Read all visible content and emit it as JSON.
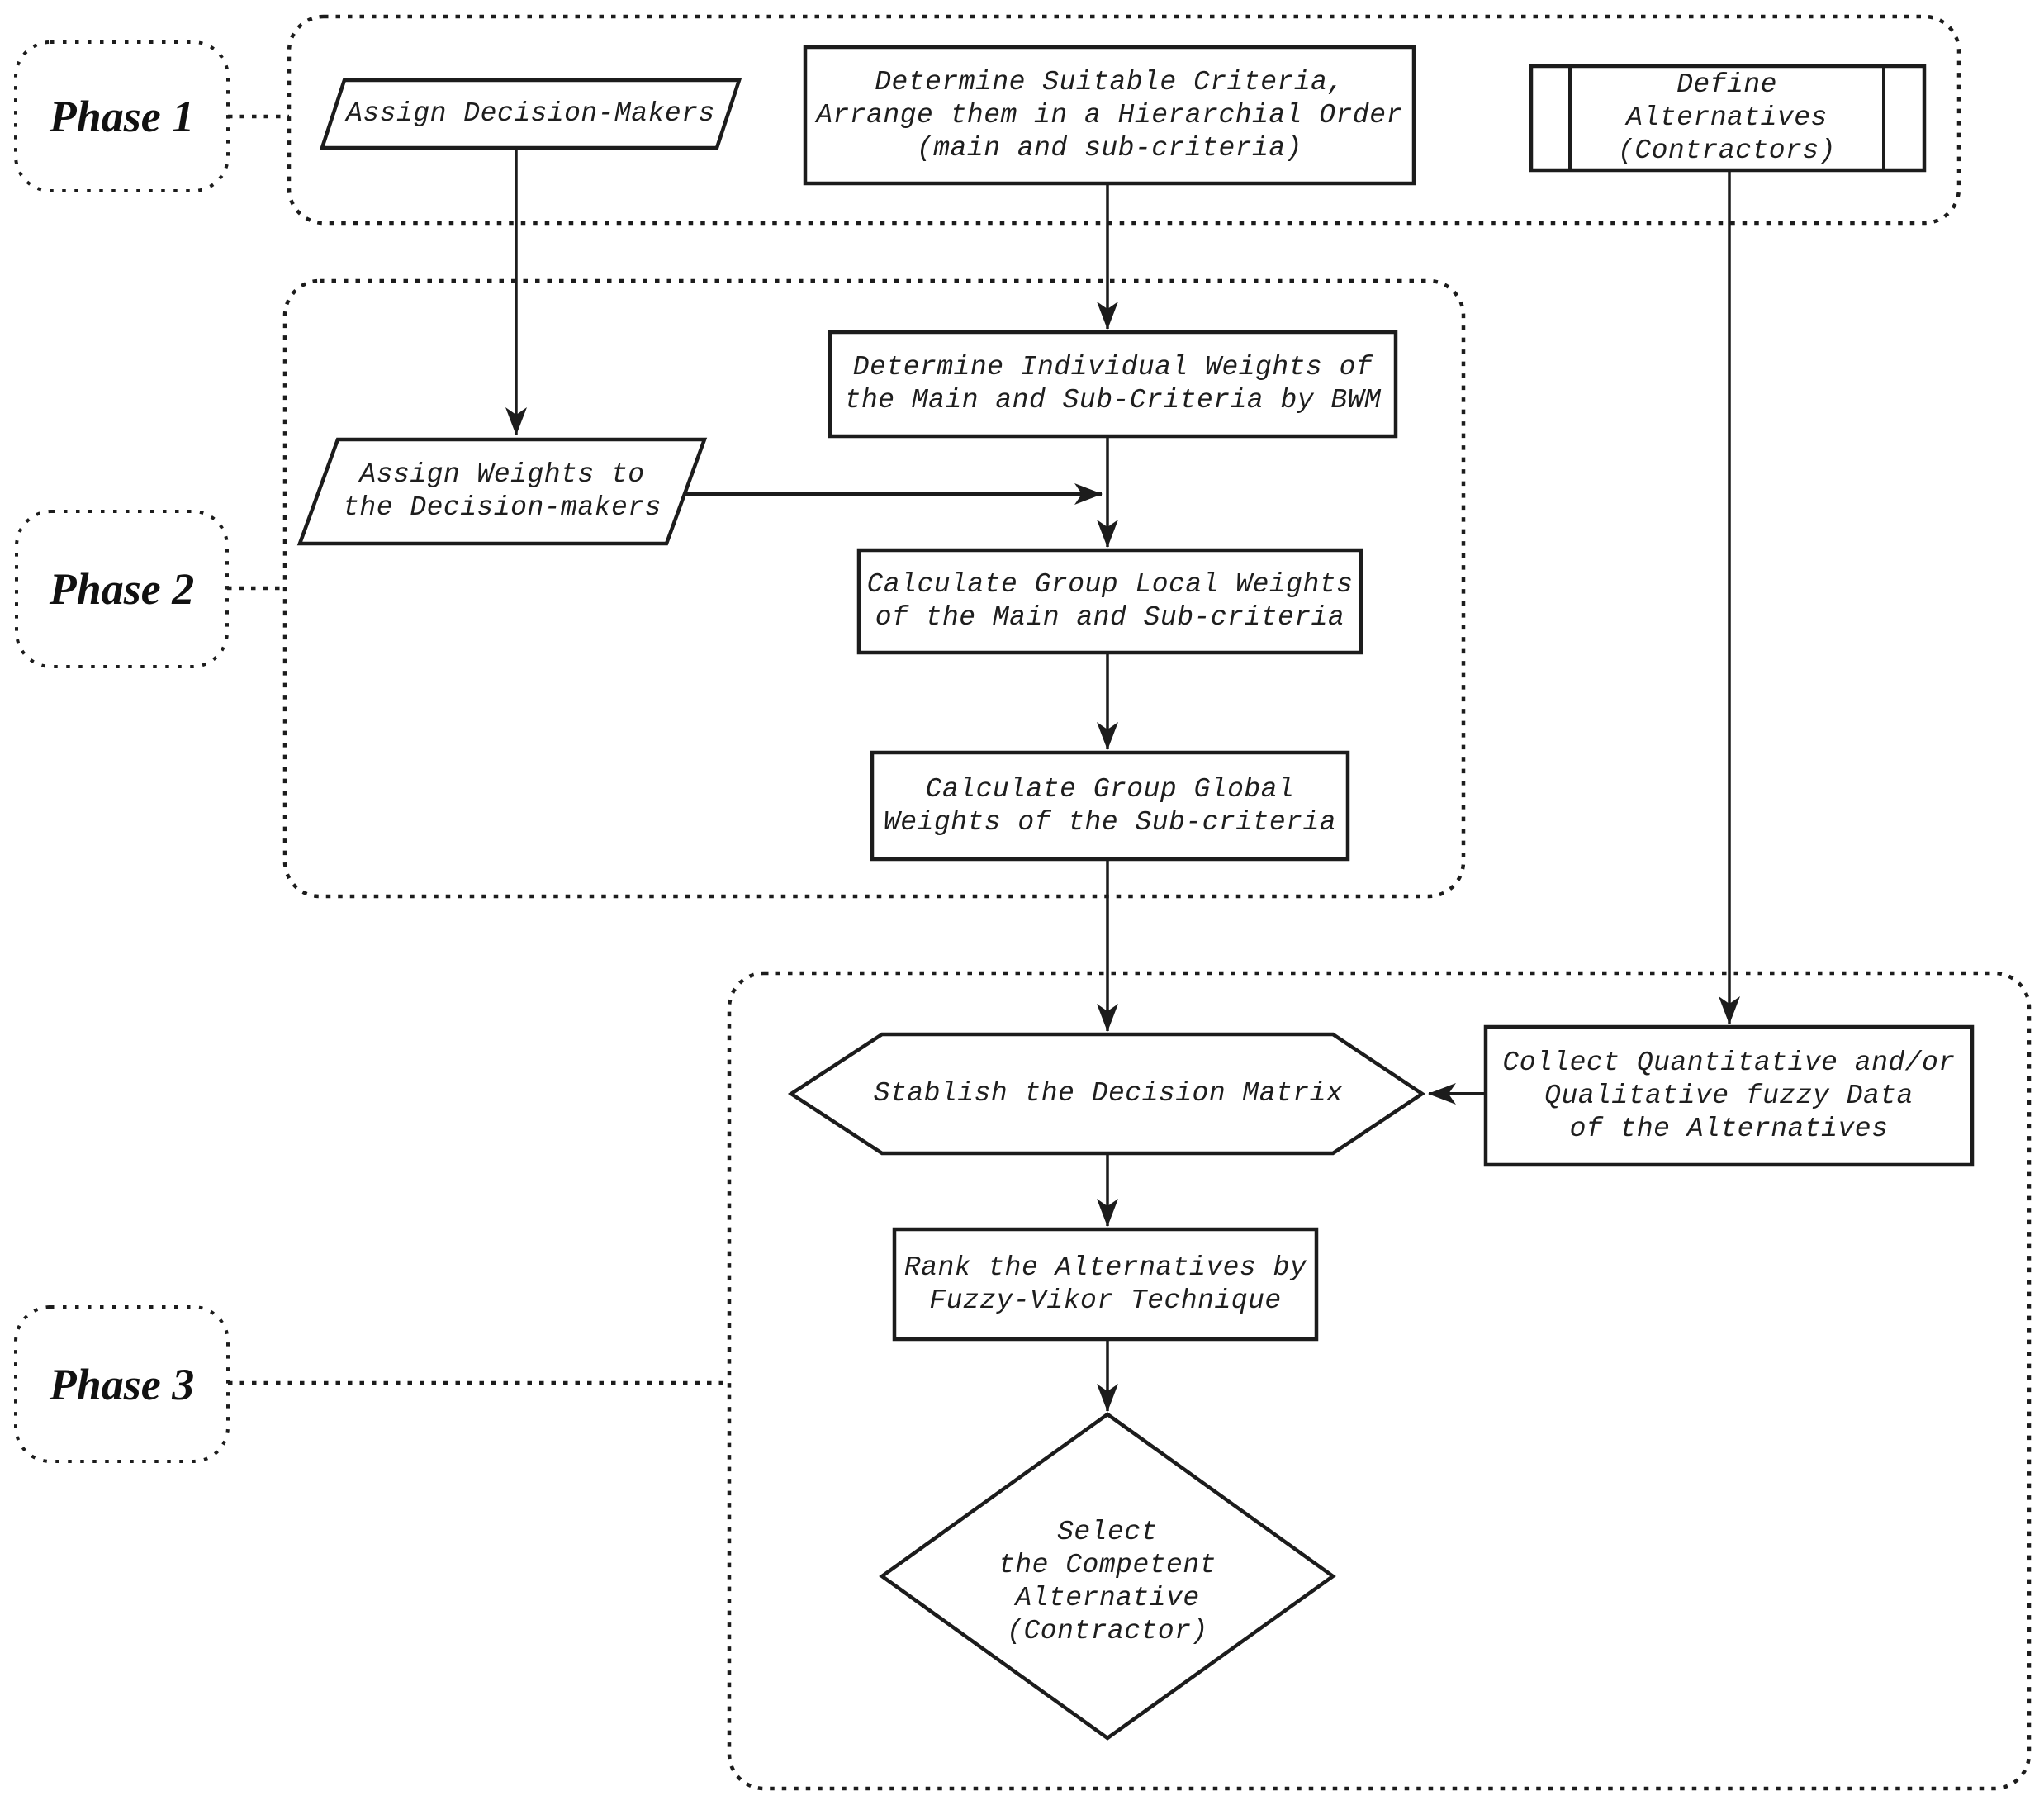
{
  "phase_labels": {
    "phase1": "Phase 1",
    "phase2": "Phase 2",
    "phase3": "Phase 3"
  },
  "nodes": {
    "assign_decision_makers": "Assign Decision-Makers",
    "determine_criteria": "Determine Suitable Criteria,\nArrange them in a Hierarchial Order\n(main and sub-criteria)",
    "define_alternatives": "Define Alternatives\n(Contractors)",
    "individual_weights": "Determine Individual Weights of\nthe Main and Sub-Criteria by BWM",
    "assign_weights": "Assign Weights to\nthe Decision-makers",
    "group_local_weights": "Calculate Group Local Weights\nof the Main and Sub-criteria",
    "group_global_weights": "Calculate Group Global\nWeights of the Sub-criteria",
    "decision_matrix": "Stablish the Decision Matrix",
    "collect_data": "Collect Quantitative and/or\nQualitative fuzzy Data\nof the Alternatives",
    "rank_alternatives": "Rank the Alternatives by\nFuzzy-Vikor Technique",
    "select_alternative": "Select\nthe Competent\nAlternative\n(Contractor)"
  },
  "colors": {
    "ink": "#1c1c1c",
    "background": "#ffffff"
  }
}
